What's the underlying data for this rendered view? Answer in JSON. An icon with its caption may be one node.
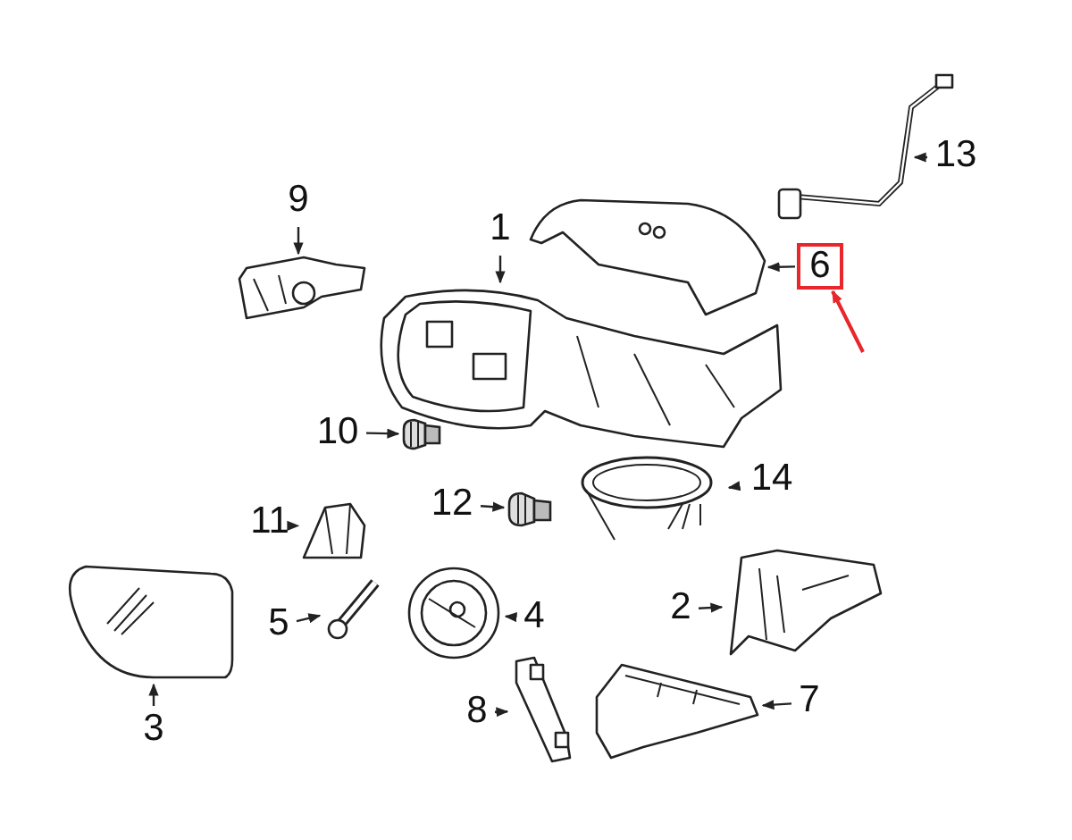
{
  "diagram": {
    "nodes": [
      {
        "text": [
          "13"
        ]
      },
      {
        "text": [],
        "shape": "picture"
      },
      {
        "text": [
          "9"
        ]
      },
      {
        "text": [],
        "shape": "picture"
      },
      {
        "text": [
          "1"
        ]
      },
      {
        "text": [],
        "shape": "picture"
      },
      {
        "text": [],
        "shape": "picture"
      },
      {
        "text": [
          "6"
        ]
      },
      {
        "text": [
          "10"
        ]
      },
      {
        "text": [],
        "shape": "picture"
      },
      {
        "text": [
          "14"
        ]
      },
      {
        "text": [],
        "shape": "picture"
      },
      {
        "text": [
          "11"
        ]
      },
      {
        "text": [],
        "shape": "picture"
      },
      {
        "text": [
          "12"
        ]
      },
      {
        "text": [],
        "shape": "picture"
      },
      {
        "text": [
          "2"
        ]
      },
      {
        "text": [],
        "shape": "picture"
      },
      {
        "text": [],
        "shape": "picture"
      },
      {
        "text": [
          "5"
        ]
      },
      {
        "text": [],
        "shape": "picture"
      },
      {
        "text": [],
        "shape": "picture"
      },
      {
        "text": [
          "4"
        ]
      },
      {
        "text": [
          "3"
        ]
      },
      {
        "text": [
          "8"
        ]
      },
      {
        "text": [],
        "shape": "picture"
      },
      {
        "text": [],
        "shape": "picture"
      },
      {
        "text": [
          "7"
        ]
      }
    ],
    "edges": [
      {
        "from": 0,
        "to": 1,
        "arrow": "to"
      },
      {
        "from": 2,
        "to": 3,
        "arrow": "to"
      },
      {
        "from": 4,
        "to": 5,
        "arrow": "to"
      },
      {
        "from": 7,
        "to": 6,
        "arrow": "to"
      },
      {
        "from": null,
        "to": 7,
        "arrow": "to",
        "color": "#e8262b"
      },
      {
        "from": 8,
        "to": 9,
        "arrow": "to"
      },
      {
        "from": 10,
        "to": 11,
        "arrow": "to"
      },
      {
        "from": 12,
        "to": 13,
        "arrow": "to"
      },
      {
        "from": 14,
        "to": 15,
        "arrow": "to"
      },
      {
        "from": 16,
        "to": 17,
        "arrow": "to"
      },
      {
        "from": 23,
        "to": 18,
        "arrow": "to"
      },
      {
        "from": 19,
        "to": 20,
        "arrow": "to"
      },
      {
        "from": 22,
        "to": 21,
        "arrow": "to"
      },
      {
        "from": 24,
        "to": 25,
        "arrow": "to"
      },
      {
        "from": 27,
        "to": 26,
        "arrow": "to"
      }
    ]
  }
}
